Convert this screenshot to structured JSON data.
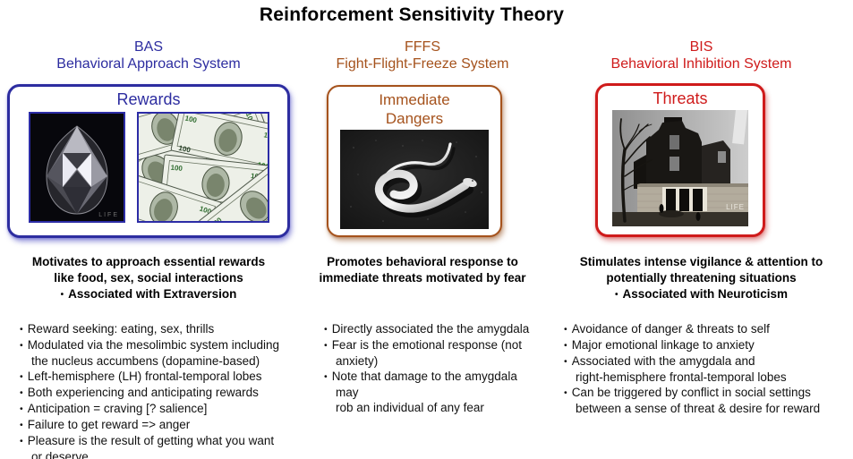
{
  "title": "Reinforcement Sensitivity Theory",
  "bullet_char": "•",
  "watermark": "LIFE",
  "money_text": "100",
  "colors": {
    "bas": "#2d2da0",
    "fffs": "#a5521c",
    "bis": "#cf1b1b"
  },
  "columns": {
    "bas": {
      "acronym": "BAS",
      "name": "Behavioral Approach System",
      "box_label_lines": [
        "Rewards"
      ],
      "summary_lines": [
        "Motivates to approach essential rewards",
        "like food, sex, social interactions"
      ],
      "association": "Associated with Extraversion",
      "bullets": [
        [
          "Reward seeking: eating, sex, thrills"
        ],
        [
          "Modulated via the mesolimbic system including",
          "the nucleus accumbens (dopamine-based)"
        ],
        [
          "Left-hemisphere (LH) frontal-temporal lobes"
        ],
        [
          "Both experiencing and anticipating rewards"
        ],
        [
          "Anticipation = craving [? salience]"
        ],
        [
          "Failure to get reward => anger"
        ],
        [
          "Pleasure is the result of getting what you want",
          "or deserve"
        ]
      ]
    },
    "fffs": {
      "acronym": "FFFS",
      "name": "Fight-Flight-Freeze System",
      "box_label_lines": [
        "Immediate",
        "Dangers"
      ],
      "summary_lines": [
        "Promotes behavioral response to",
        "immediate threats motivated by fear"
      ],
      "bullets": [
        [
          "Directly associated the the amygdala"
        ],
        [
          "Fear is the emotional response (not",
          "anxiety)"
        ],
        [
          "Note that damage to the amygdala may",
          "rob an individual of any fear"
        ]
      ]
    },
    "bis": {
      "acronym": "BIS",
      "name": "Behavioral Inhibition System",
      "box_label_lines": [
        "Threats"
      ],
      "summary_lines": [
        "Stimulates intense vigilance & attention to",
        "potentially threatening situations"
      ],
      "association": "Associated with Neuroticism",
      "bullets": [
        [
          "Avoidance of danger & threats to self"
        ],
        [
          "Major emotional linkage to anxiety"
        ],
        [
          "Associated with the amygdala and",
          "right-hemisphere frontal-temporal lobes"
        ],
        [
          "Can be triggered by conflict in social settings",
          "between a sense of threat & desire for reward"
        ]
      ]
    }
  }
}
